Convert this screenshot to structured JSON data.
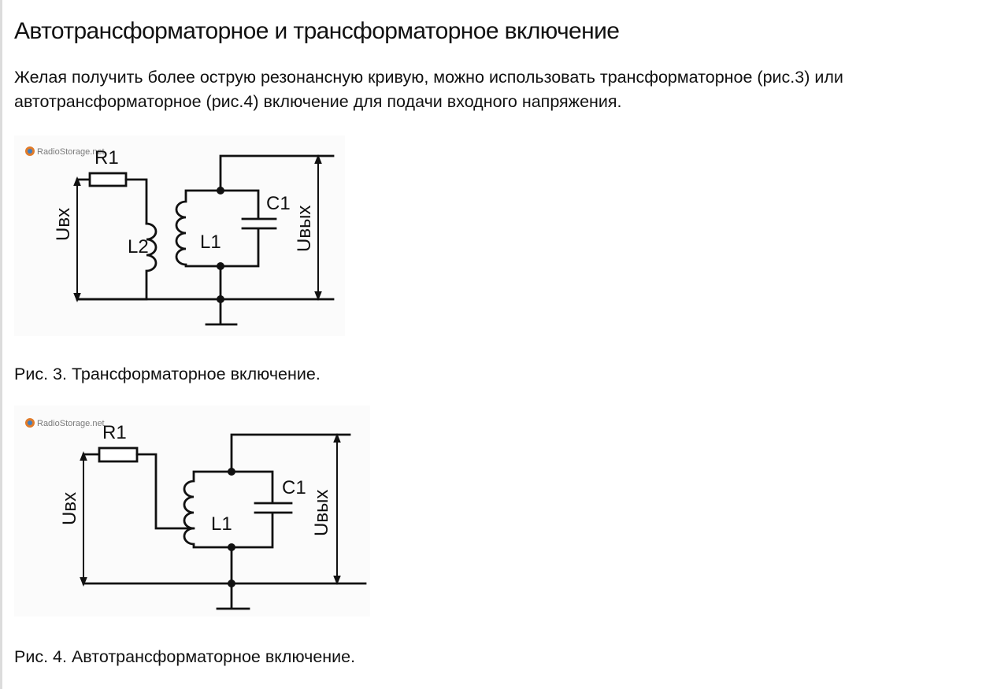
{
  "article": {
    "title": "Автотрансформаторное и трансформаторное включение",
    "intro": "Желая получить более острую резонансную кривую, можно использовать трансформаторное (рис.3) или автотрансформаторное (рис.4) включение для подачи входного напряжения."
  },
  "figures": [
    {
      "watermark": "RadioStorage.net",
      "labels": {
        "r1": "R1",
        "l2": "L2",
        "l1": "L1",
        "c1": "C1",
        "uin": "Uвх",
        "uout": "Uвых"
      },
      "caption": "Рис. 3. Трансформаторное включение."
    },
    {
      "watermark": "RadioStorage.net",
      "labels": {
        "r1": "R1",
        "l1": "L1",
        "c1": "C1",
        "uin": "Uвх",
        "uout": "Uвых"
      },
      "caption": "Рис. 4. Автотрансформаторное включение."
    }
  ],
  "colors": {
    "text": "#111111",
    "watermark_logo": "#e07b2a",
    "watermark_logo_inner": "#3f7fc1"
  }
}
